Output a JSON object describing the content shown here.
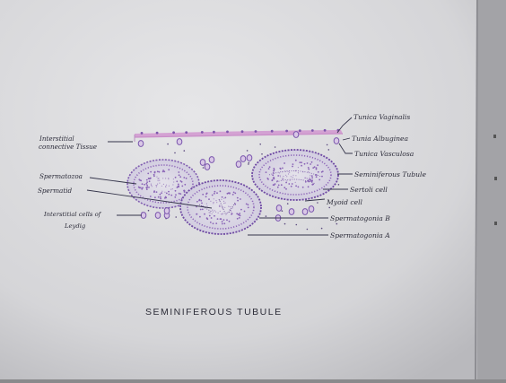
{
  "diagram": {
    "title": "SEMINIFEROUS TUBULE",
    "labels_left": {
      "interstitial_ct": [
        "Interstitial",
        "connective Tissue"
      ],
      "spermatozoa": "Spermatozoa",
      "spermatid": "Spermatid",
      "leydig": [
        "Interstitial cells of",
        "Leydig"
      ]
    },
    "labels_right": {
      "tunica_vaginalis": "Tunica Vaginalis",
      "tunica_albuginea": "Tunia Albuginea",
      "tunica_vasculosa": "Tunica Vasculosa",
      "seminiferous_tubule": "Seminiferous Tubule",
      "sertoli_cell": "Sertoli cell",
      "myoid_cell": "Myoid cell",
      "spermatogonia_b": "Spermatogonia B",
      "spermatogonia_a": "Spermatogonia A"
    }
  },
  "colors": {
    "page": "#dedee0",
    "ink": "#2c2c3a",
    "pink": "#c986c6",
    "purple": "#6f4aa3",
    "violet": "#8e66b8"
  }
}
